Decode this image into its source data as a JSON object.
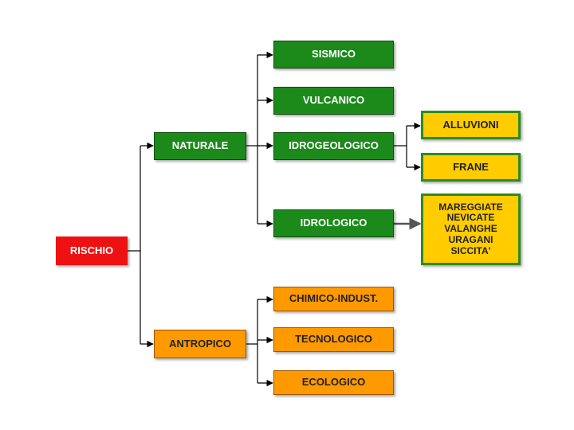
{
  "diagram": {
    "root": "RISCHIO",
    "natural": {
      "label": "NATURALE",
      "children": [
        "SISMICO",
        "VULCANICO",
        "IDROGEOLOGICO",
        "IDROLOGICO"
      ],
      "idrogeologico_children": [
        "ALLUVIONI",
        "FRANE"
      ],
      "idrologico_children": [
        "MAREGGIATE",
        "NEVICATE",
        "VALANGHE",
        "URAGANI",
        "SICCITA'"
      ]
    },
    "anthropic": {
      "label": "ANTROPICO",
      "children": [
        "CHIMICO-INDUST.",
        "TECNOLOGICO",
        "ECOLOGICO"
      ]
    }
  },
  "colors": {
    "root": "#ee1111",
    "natural": "#1b8a1b",
    "natural_sub": "#ffcc00",
    "anthropic": "#ff9900",
    "connector": "#000000"
  }
}
